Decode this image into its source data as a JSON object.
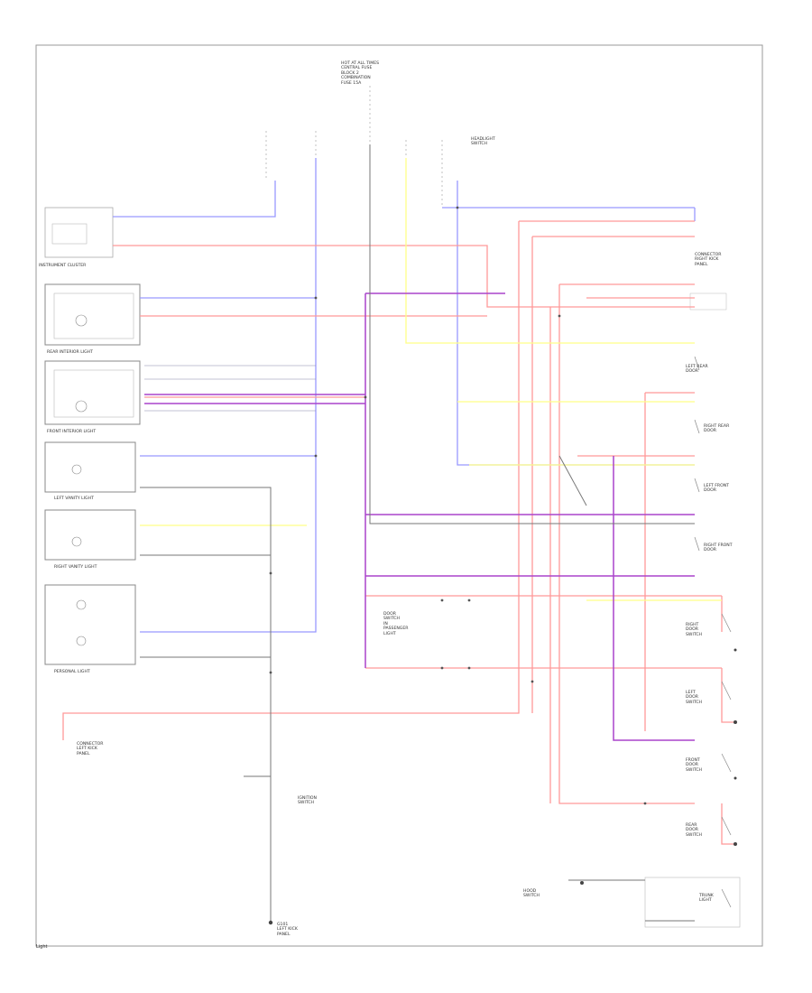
{
  "diagram": {
    "colors": {
      "blue": "#9999ff",
      "red": "#ff9999",
      "yellow": "#ffff99",
      "purple": "#aa44cc",
      "gray": "#777777",
      "frame": "#999999"
    },
    "labels": {
      "top_fuse": "HOT AT ALL TIMES\nCENTRAL FUSE\nBLOCK 2\nCOMBINATION\nFUSE 15A",
      "top_switch": "HEADLIGHT\nSWITCH",
      "instrument_cluster": "INSTRUMENT CLUSTER",
      "rear_interior": "REAR INTERIOR LIGHT",
      "front_interior": "FRONT INTERIOR LIGHT",
      "left_vanity": "LEFT VANITY LIGHT",
      "right_vanity": "RIGHT VANITY LIGHT",
      "personal": "PERSONAL LIGHT",
      "ground": "G101\nLEFT KICK\nPANEL",
      "door_module": "DOOR\nSWITCH\nIN\nPASSENGER\nLIGHT",
      "door_switch_right": "RIGHT\nDOOR\nSWITCH",
      "door_switch_left": "LEFT\nDOOR\nSWITCH",
      "left_rear_door": "LEFT REAR\nDOOR",
      "right_rear_door": "RIGHT REAR\nDOOR",
      "left_front_door": "LEFT FRONT\nDOOR",
      "right_front_door": "RIGHT FRONT\nDOOR",
      "lamp_front": "FRONT\nDOOR\nSWITCH",
      "lamp_rear": "REAR\nDOOR\nSWITCH",
      "ignition_switch": "IGNITION\nSWITCH",
      "hood_switch": "HOOD\nSWITCH",
      "connector_right": "CONNECTOR\nRIGHT KICK\nPANEL",
      "connector_left": "CONNECTOR\nLEFT KICK\nPANEL",
      "trunk": "TRUNK\nLIGHT",
      "footer": "Light"
    }
  }
}
